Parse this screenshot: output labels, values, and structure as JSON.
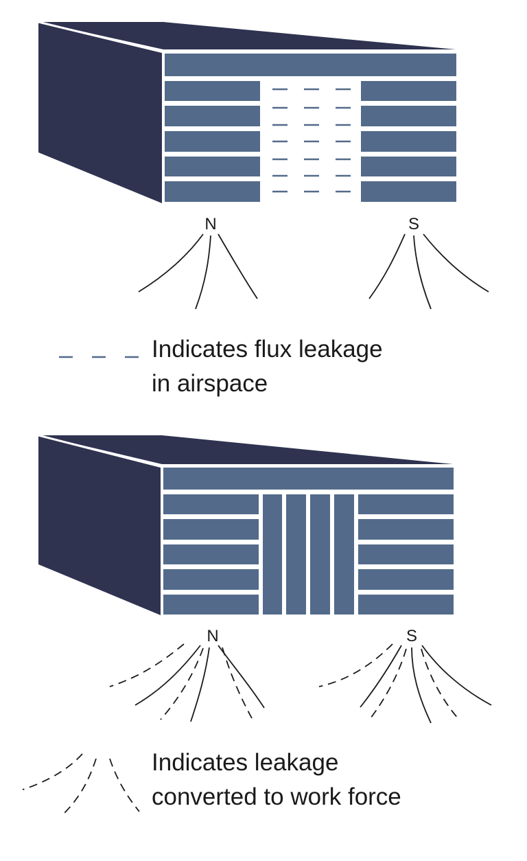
{
  "colors": {
    "side_face": "#2f3350",
    "top_face": "#2f3350",
    "lamination": "#536a8a",
    "flux_dash": "#536a8a",
    "field_line": "#1a1a1a"
  },
  "magnet_top": {
    "north_label": "N",
    "south_label": "S"
  },
  "legend_top": {
    "line1": "Indicates flux  leakage",
    "line2": "in airspace"
  },
  "magnet_bottom": {
    "north_label": "N",
    "south_label": "S"
  },
  "legend_bottom": {
    "line1": "Indicates leakage",
    "line2": "converted to work force"
  }
}
